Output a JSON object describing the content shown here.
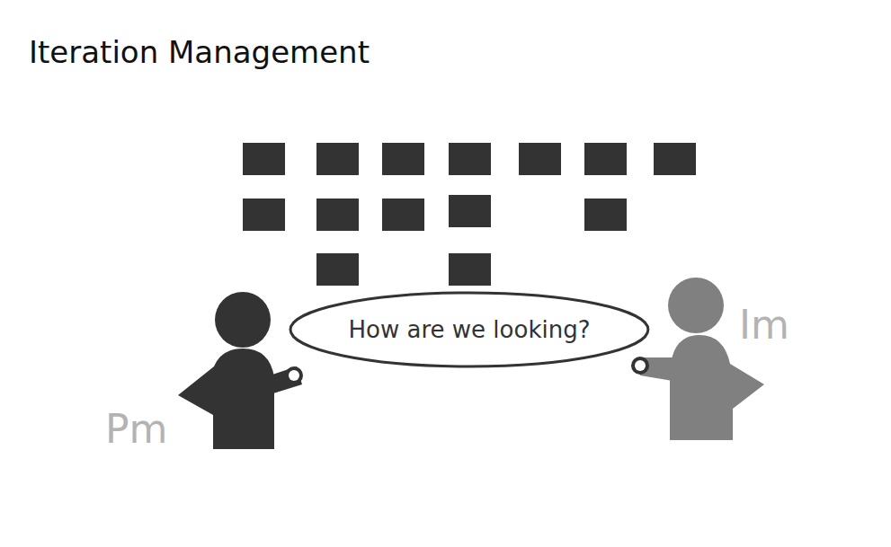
{
  "diagram": {
    "title": "Iteration Management",
    "nodes": [
      {
        "text": [
          "How are we looking?"
        ]
      }
    ],
    "labels": [
      "Pm",
      "Im"
    ]
  }
}
